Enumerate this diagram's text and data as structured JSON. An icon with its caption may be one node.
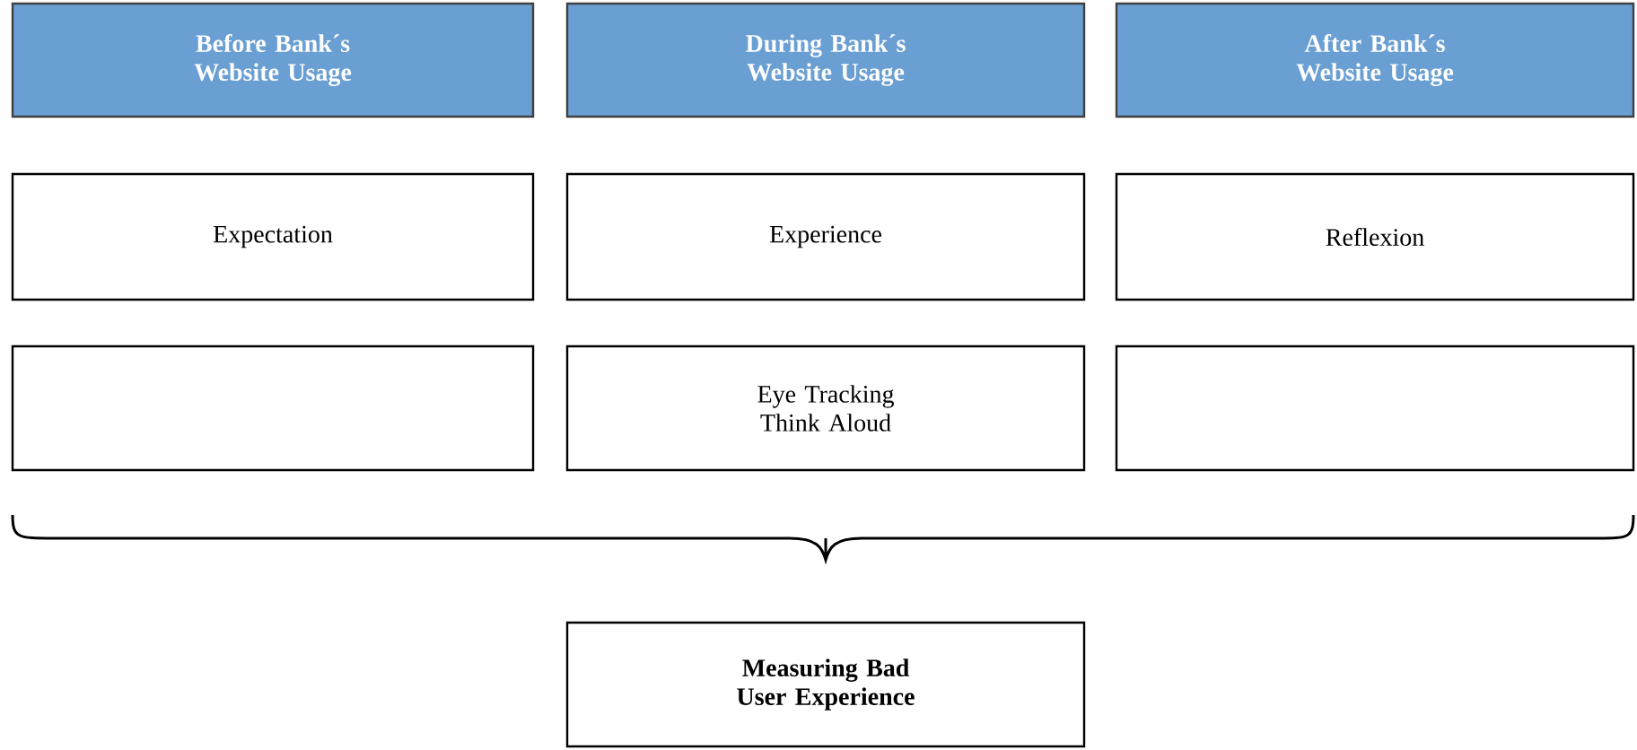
{
  "diagram": {
    "nodes": [
      {
        "text": [
          "Before Bank´s Website Usage"
        ]
      },
      {
        "text": [
          "During Bank´s Website Usage"
        ]
      },
      {
        "text": [
          "After Bank´s Website Usage"
        ]
      },
      {
        "text": [
          "Expectation"
        ]
      },
      {
        "text": [
          "Experience"
        ]
      },
      {
        "text": [
          "Reflexion"
        ]
      },
      {
        "text": [],
        "shape": "box"
      },
      {
        "text": [
          "Eye Tracking Think Aloud"
        ]
      },
      {
        "text": [],
        "shape": "box"
      },
      {
        "text": [
          "Measuring Bad User Experience"
        ]
      }
    ]
  }
}
